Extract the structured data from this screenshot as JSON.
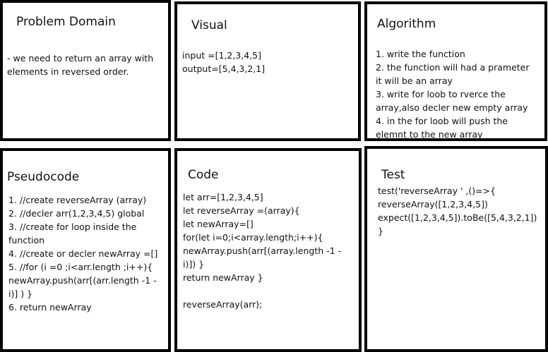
{
  "panels": {
    "problem_domain": {
      "title": "Problem Domain",
      "lines": [
        "- we need to return an array with",
        "elements in reversed order."
      ]
    },
    "visual": {
      "title": "Visual",
      "lines": [
        "input =[1,2,3,4,5]",
        "output=[5,4,3,2,1]"
      ]
    },
    "algorithm": {
      "title": "Algorithm",
      "lines": [
        "1. write the function",
        "2. the function will had a prameter",
        "it will be an array",
        "3. write for loob to rverce the",
        "array,also decler new empty array",
        "4. in the for loob will push the",
        "elemnt to the new array"
      ]
    },
    "pseudocode": {
      "title": "Pseudocode",
      "lines": [
        "1. //create reverseArray (array)",
        "2. //decler arr(1,2,3,4,5) global",
        "3. //create for loop inside the",
        "function",
        "4. //create or decler newArray =[]",
        "5. //for (i =0 ;i<arr.length ;i++){",
        "newArray.push(arr[(arr.length -1 -",
        "i)] ) }",
        "6. return newArray"
      ]
    },
    "code": {
      "title": "Code",
      "lines": [
        "let arr=[1,2,3,4,5]",
        "let reverseArray =(array){",
        "let newArray=[]",
        "for(let i=0;i<array.length;i++){",
        "newArray.push(arr[(array.length -1 -",
        "i)]) }",
        "return newArray }",
        "",
        "reverseArray(arr);"
      ]
    },
    "test": {
      "title": "Test",
      "lines": [
        "test('reverseArray ' ,()=>{",
        "reverseArray([1,2,3,4,5])",
        "expect([1,2,3,4,5]).toBe([5,4,3,2,1])",
        "}"
      ]
    }
  }
}
